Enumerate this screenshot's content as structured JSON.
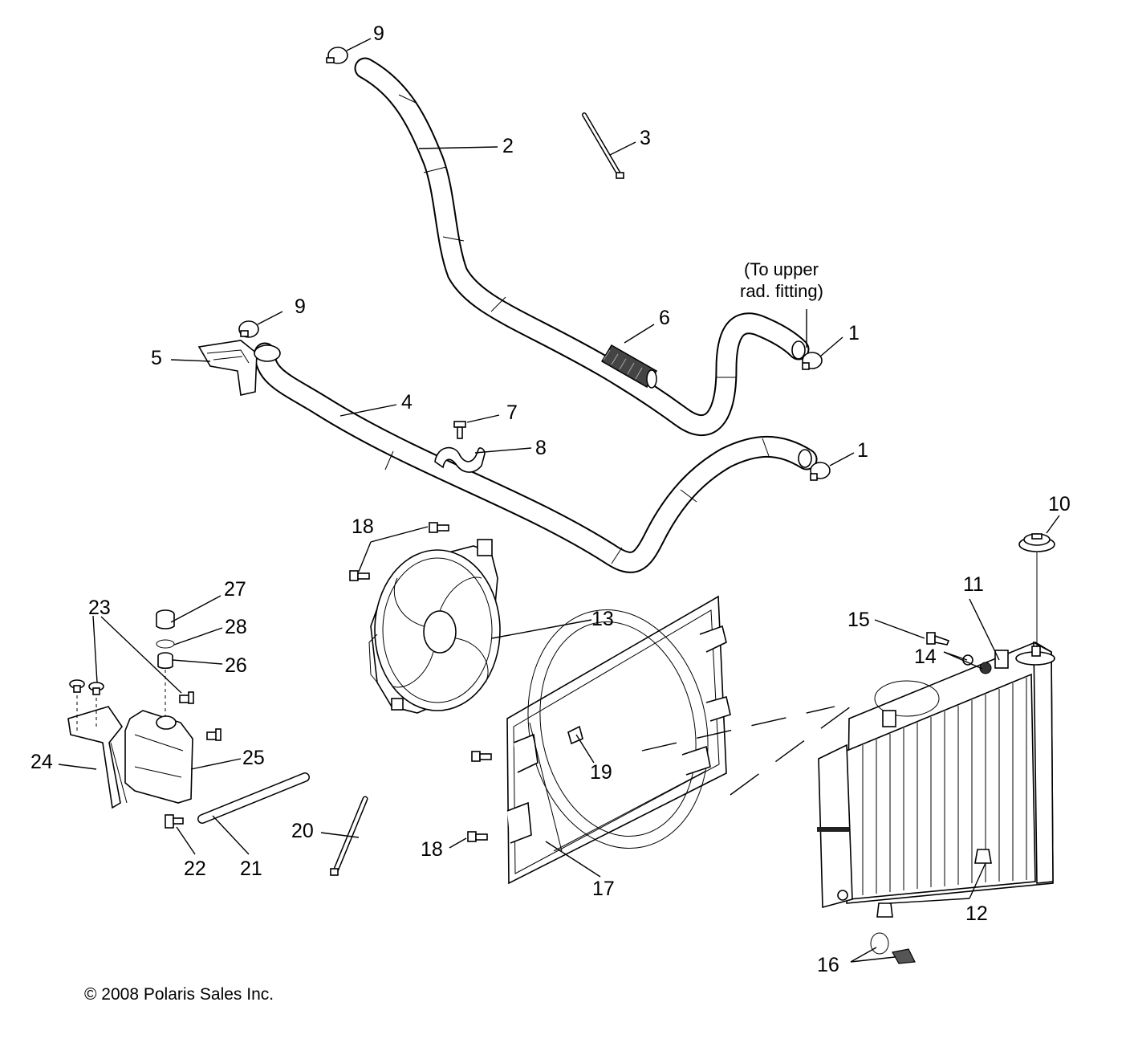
{
  "labels": [
    {
      "id": "9a",
      "text": "9"
    },
    {
      "id": "2",
      "text": "2"
    },
    {
      "id": "3",
      "text": "3"
    },
    {
      "id": "9b",
      "text": "9"
    },
    {
      "id": "5",
      "text": "5"
    },
    {
      "id": "4",
      "text": "4"
    },
    {
      "id": "6",
      "text": "6"
    },
    {
      "id": "1a",
      "text": "1"
    },
    {
      "id": "7",
      "text": "7"
    },
    {
      "id": "8",
      "text": "8"
    },
    {
      "id": "1b",
      "text": "1"
    },
    {
      "id": "18a",
      "text": "18"
    },
    {
      "id": "10",
      "text": "10"
    },
    {
      "id": "27",
      "text": "27"
    },
    {
      "id": "23",
      "text": "23"
    },
    {
      "id": "28",
      "text": "28"
    },
    {
      "id": "26",
      "text": "26"
    },
    {
      "id": "13",
      "text": "13"
    },
    {
      "id": "11",
      "text": "11"
    },
    {
      "id": "15",
      "text": "15"
    },
    {
      "id": "14",
      "text": "14"
    },
    {
      "id": "24",
      "text": "24"
    },
    {
      "id": "25",
      "text": "25"
    },
    {
      "id": "19",
      "text": "19"
    },
    {
      "id": "20",
      "text": "20"
    },
    {
      "id": "18b",
      "text": "18"
    },
    {
      "id": "22",
      "text": "22"
    },
    {
      "id": "21",
      "text": "21"
    },
    {
      "id": "17",
      "text": "17"
    },
    {
      "id": "12",
      "text": "12"
    },
    {
      "id": "16",
      "text": "16"
    }
  ],
  "note": {
    "line1": "(To upper",
    "line2": "rad. fitting)"
  },
  "copyright": "© 2008 Polaris Sales Inc."
}
